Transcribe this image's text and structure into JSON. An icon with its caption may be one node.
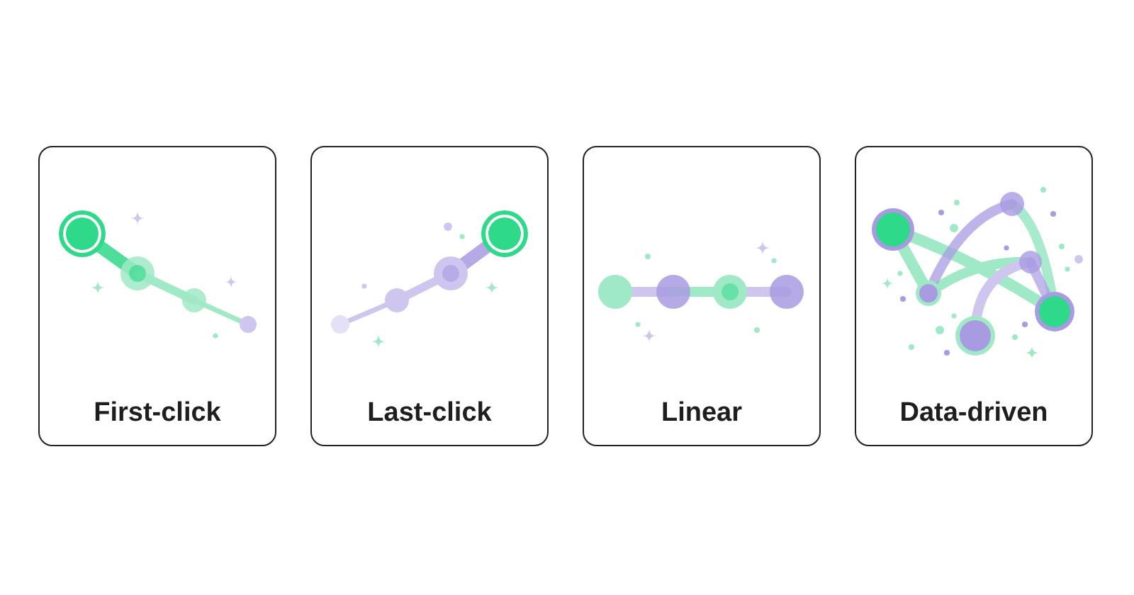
{
  "diagram": {
    "nodes": [
      {
        "text": [
          "First-click"
        ]
      },
      {
        "text": [
          "Last-click"
        ]
      },
      {
        "text": [
          "Linear"
        ]
      },
      {
        "text": [
          "Data-driven"
        ]
      }
    ]
  }
}
